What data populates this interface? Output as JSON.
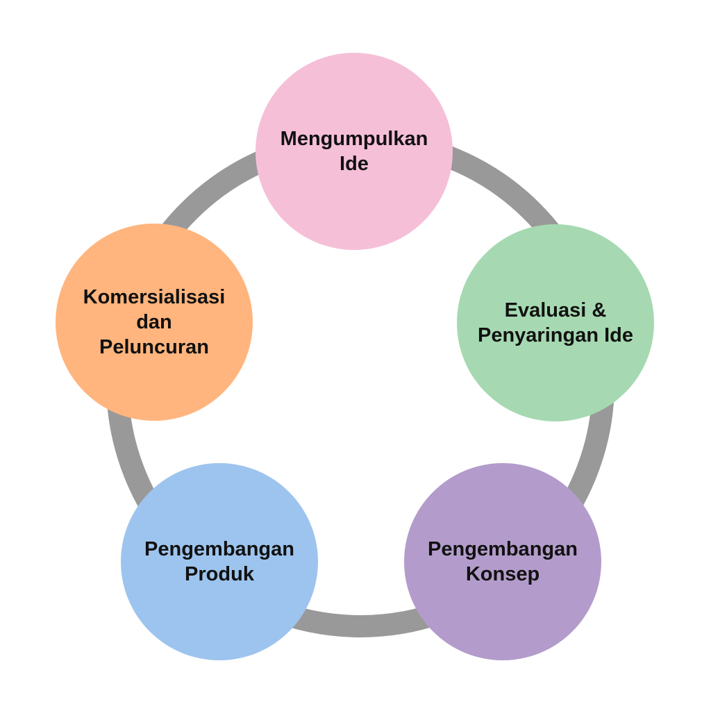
{
  "ring": {
    "color": "#999999"
  },
  "nodes": [
    {
      "label": "Mengumpulkan\nIde",
      "color": "#f6bfd8"
    },
    {
      "label": "Evaluasi &\nPenyaringan Ide",
      "color": "#a6d9b1"
    },
    {
      "label": "Pengembangan\nKonsep",
      "color": "#b39ccb"
    },
    {
      "label": "Pengembangan\nProduk",
      "color": "#9dc4ee"
    },
    {
      "label": "Komersialisasi\ndan\nPeluncuran",
      "color": "#ffb57d"
    }
  ]
}
